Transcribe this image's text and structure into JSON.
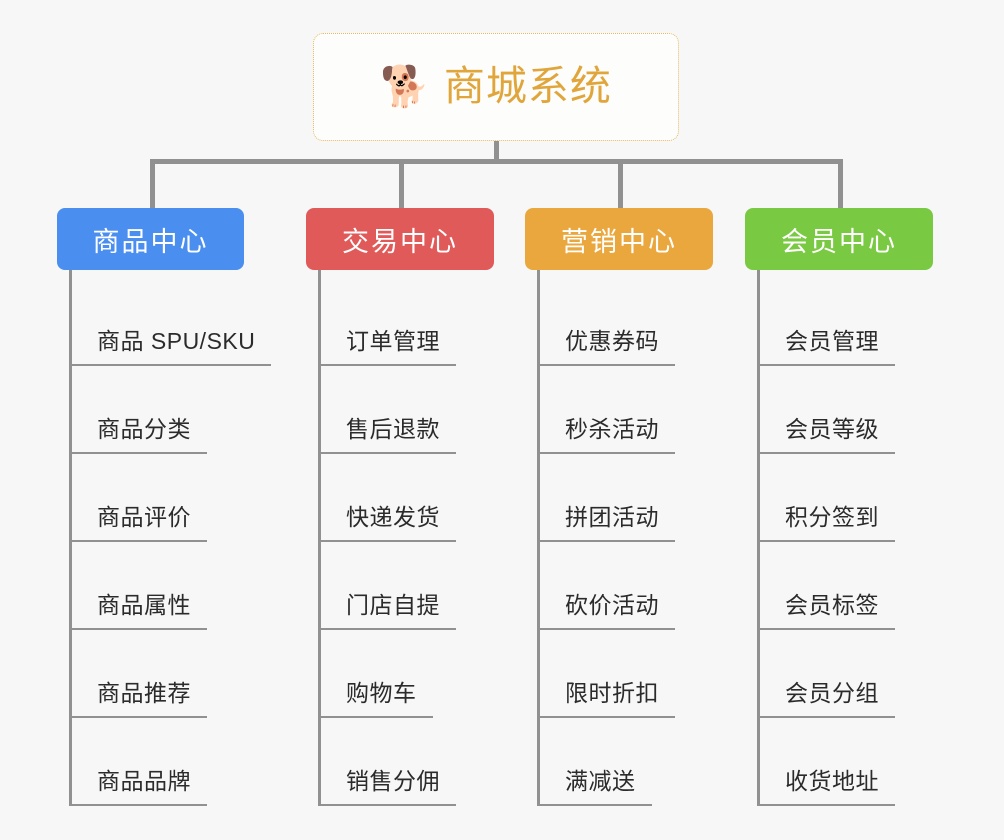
{
  "background_color": "#f7f7f7",
  "root": {
    "icon": "shiba-dog-emoji",
    "icon_glyph": "🐕",
    "title": "商城系统",
    "title_color": "#e0a63c",
    "border_color": "#e8b960"
  },
  "connector_color": "#919191",
  "columns": [
    {
      "id": "product-center",
      "title": "商品中心",
      "color": "#4a8ef0",
      "items": [
        "商品 SPU/SKU",
        "商品分类",
        "商品评价",
        "商品属性",
        "商品推荐",
        "商品品牌"
      ]
    },
    {
      "id": "trade-center",
      "title": "交易中心",
      "color": "#e05a5a",
      "items": [
        "订单管理",
        "售后退款",
        "快递发货",
        "门店自提",
        "购物车",
        "销售分佣"
      ]
    },
    {
      "id": "marketing-center",
      "title": "营销中心",
      "color": "#eaa73e",
      "items": [
        "优惠券码",
        "秒杀活动",
        "拼团活动",
        "砍价活动",
        "限时折扣",
        "满减送"
      ]
    },
    {
      "id": "member-center",
      "title": "会员中心",
      "color": "#7ac943",
      "items": [
        "会员管理",
        "会员等级",
        "积分签到",
        "会员标签",
        "会员分组",
        "收货地址"
      ]
    }
  ]
}
